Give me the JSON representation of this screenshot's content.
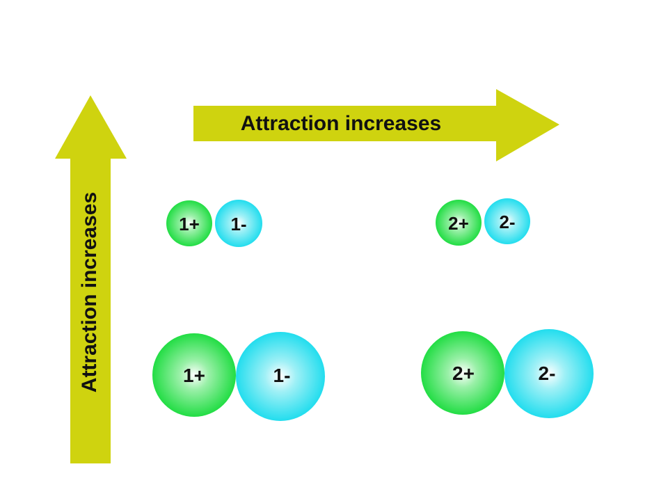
{
  "colors": {
    "arrow": "#cfd30f",
    "cation": "#22dd44",
    "anion": "#22ddee",
    "label": "#111111"
  },
  "arrows": {
    "horizontal_label": "Attraction increases",
    "vertical_label": "Attraction increases"
  },
  "ion_pairs": {
    "small_single": {
      "cation_label": "1+",
      "anion_label": "1-"
    },
    "small_double": {
      "cation_label": "2+",
      "anion_label": "2-"
    },
    "large_single": {
      "cation_label": "1+",
      "anion_label": "1-"
    },
    "large_double": {
      "cation_label": "2+",
      "anion_label": "2-"
    }
  }
}
